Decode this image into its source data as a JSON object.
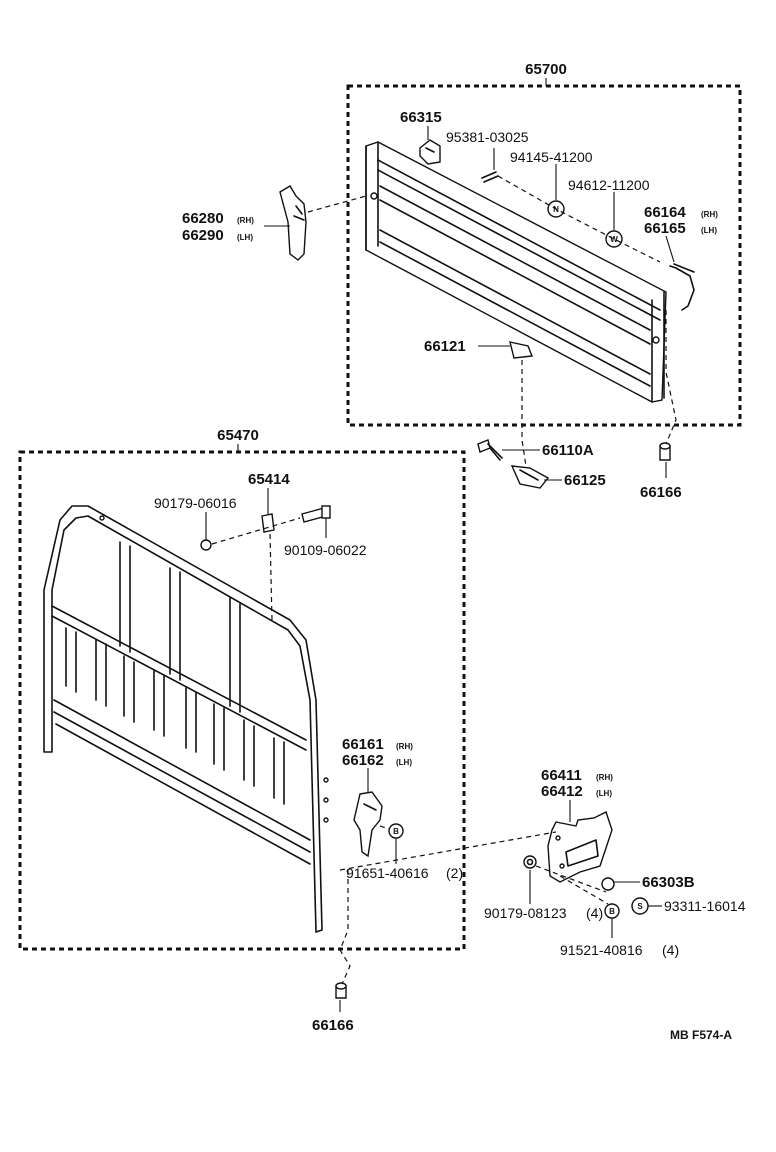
{
  "assemblies": {
    "tailgate": "65700",
    "rack": "65470"
  },
  "labels": {
    "p66315": "66315",
    "p95381": "95381-03025",
    "p94145": "94145-41200",
    "p94612": "94612-11200",
    "p66280": "66280",
    "p66290": "66290",
    "p66164": "66164",
    "p66165": "66165",
    "p66121": "66121",
    "p66110A": "66110A",
    "p66125": "66125",
    "p66166_top": "66166",
    "p65414": "65414",
    "p90179_06016": "90179-06016",
    "p90109": "90109-06022",
    "p66161": "66161",
    "p66162": "66162",
    "p91651": "91651-40616",
    "p91651_qty": "(2)",
    "p66411": "66411",
    "p66412": "66412",
    "p66303B": "66303B",
    "p93311": "93311-16014",
    "p90179_08123": "90179-08123",
    "p90179_qty": "(4)",
    "p91521": "91521-40816",
    "p91521_qty": "(4)",
    "p66166_bottom": "66166"
  },
  "suffix": {
    "rh": "(RH)",
    "lh": "(LH)"
  },
  "markers": {
    "n": "N",
    "w": "W",
    "b": "B",
    "s": "S"
  },
  "code": "MB F574-A"
}
